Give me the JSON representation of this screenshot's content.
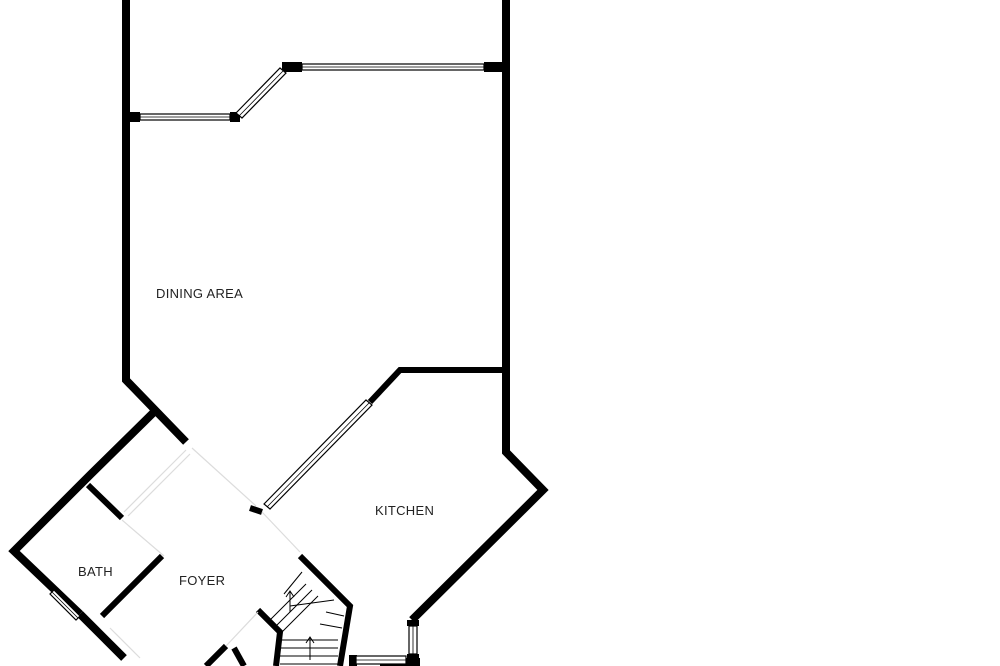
{
  "rooms": {
    "dining": "DINING AREA",
    "kitchen": "KITCHEN",
    "bath": "BATH",
    "foyer": "FOYER"
  },
  "colors": {
    "wall": "#000000",
    "background": "#ffffff",
    "label": "#222222"
  }
}
